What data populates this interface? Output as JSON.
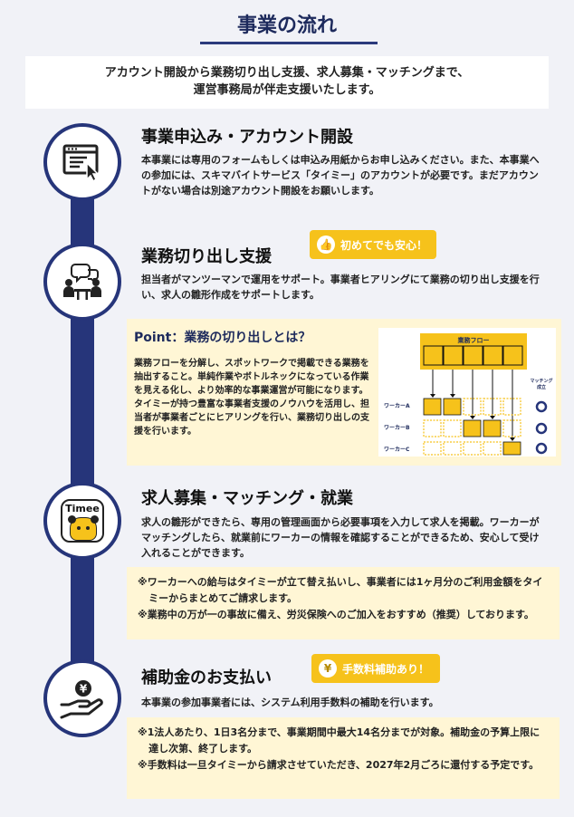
{
  "header": {
    "title": "事業の流れ"
  },
  "intro": {
    "line1": "アカウント開設から業務切り出し支援、求人募集・マッチングまで、",
    "line2": "運営事務局が伴走支援いたします。"
  },
  "steps": [
    {
      "title": "事業申込み・アカウント開設",
      "desc": "本事業には専用のフォームもしくは申込み用紙からお申し込みください。また、本事業への参加には、スキマバイトサービス「タイミー」のアカウントが必要です。まだアカウントがない場合は別途アカウント開設をお願いします。"
    },
    {
      "title": "業務切り出し支援",
      "badge": "初めてでも安心！",
      "desc": "担当者がマンツーマンで運用をサポート。事業者ヒアリングにて業務の切り出し支援を行い、求人の雛形作成をサポートします。"
    },
    {
      "title": "求人募集・マッチング・就業",
      "desc": "求人の雛形ができたら、専用の管理画面から必要事項を入力して求人を掲載。ワーカーがマッチングしたら、就業前にワーカーの情報を確認することができるため、安心して受け入れることができます。"
    },
    {
      "title": "補助金のお支払い",
      "badge": "手数料補助あり！",
      "desc": "本事業の参加事業者には、システム利用手数料の補助を行います。"
    }
  ],
  "point": {
    "title": "Point：業務の切り出しとは？",
    "body": "業務フローを分解し、スポットワークで掲載できる業務を抽出すること。単純作業やボトルネックになっている作業を見える化し、より効率的な事業運営が可能になります。タイミーが持つ豊富な事業者支援のノウハウを活用し、担当者が事業者ごとにヒアリングを行い、業務切り出しの支援を行います。",
    "diagram": {
      "flow_label": "業務フロー",
      "matching_label": "マッチング\n成立",
      "workers": [
        "ワーカーA",
        "ワーカーB",
        "ワーカーC"
      ]
    }
  },
  "notes": {
    "step3": [
      "※ワーカーへの給与はタイミーが立て替え払いし、事業者には1ヶ月分のご利用金額をタイミーからまとめてご請求します。",
      "※業務中の万が一の事故に備え、労災保険へのご加入をおすすめ（推奨）しております。"
    ],
    "step4": [
      "※1法人あたり、1日3名分まで、事業期間中最大14名分までが対象。補助金の予算上限に達し次第、終了します。",
      "※手数料は一旦タイミーから請求させていただき、2027年2月ごろに還付する予定です。"
    ]
  },
  "icons": {
    "step1": "browser-form-icon",
    "step2": "meeting-icon",
    "step3": "timee-app-icon",
    "step4": "yen-hand-icon",
    "badge2": "thumbs-up-icon",
    "badge4": "yen-coin-icon"
  },
  "app_icon_text": "Timee",
  "colors": {
    "navy": "#26357a",
    "yellow": "#f6c21b",
    "cream": "#fff6d5",
    "bg": "#f1f2f7"
  }
}
